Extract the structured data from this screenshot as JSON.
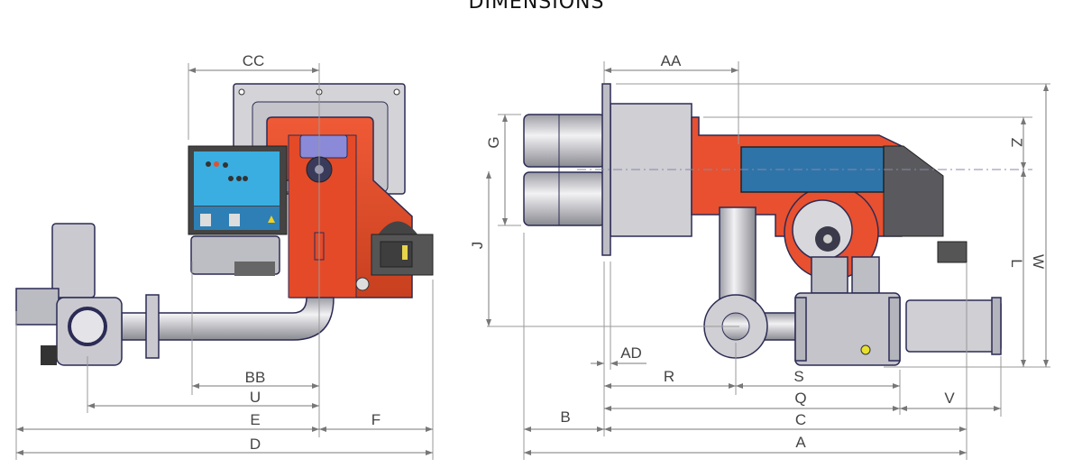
{
  "title": "DIMENSIONS",
  "labels": {
    "CC": "CC",
    "BB": "BB",
    "U": "U",
    "E": "E",
    "F": "F",
    "D": "D",
    "AA": "AA",
    "G": "G",
    "J": "J",
    "Z": "Z",
    "L": "L",
    "W": "W",
    "AD": "AD",
    "R": "R",
    "S": "S",
    "Q": "Q",
    "V": "V",
    "B": "B",
    "C": "C",
    "A": "A"
  },
  "colors": {
    "burner_body": "#e8502f",
    "control_panel": "#3aaee0",
    "cover_blue": "#2e74a8",
    "metal": "#c9c9cf",
    "dark_housing": "#5a5a5e"
  }
}
